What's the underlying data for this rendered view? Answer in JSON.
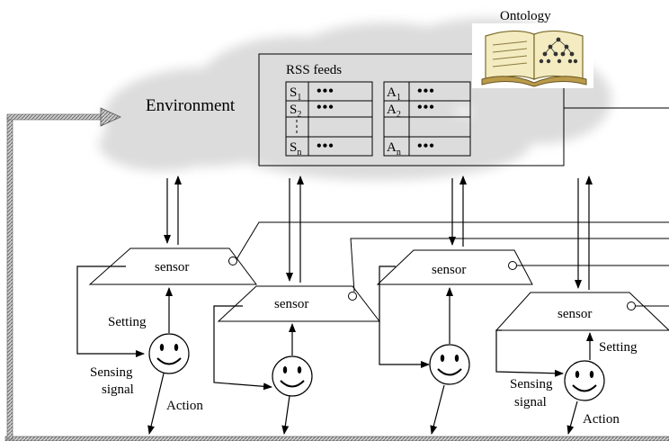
{
  "environment_label": "Environment",
  "ontology_label": "Ontology",
  "rss_label": "RSS feeds",
  "dots": "•••",
  "sensor_label": "sensor",
  "rows": [
    {
      "s": "S",
      "s_sub": "1",
      "a": "A",
      "a_sub": "1"
    },
    {
      "s": "S",
      "s_sub": "2",
      "a": "A",
      "a_sub": "2"
    },
    {
      "s": "S",
      "s_sub": "n",
      "a": "A",
      "a_sub": "n"
    }
  ],
  "left_agent": {
    "setting": "Setting",
    "sensing1": "Sensing",
    "sensing2": "signal",
    "action": "Action"
  },
  "right_agent": {
    "setting": "Setting",
    "sensing1": "Sensing",
    "sensing2": "signal",
    "action": "Action"
  }
}
